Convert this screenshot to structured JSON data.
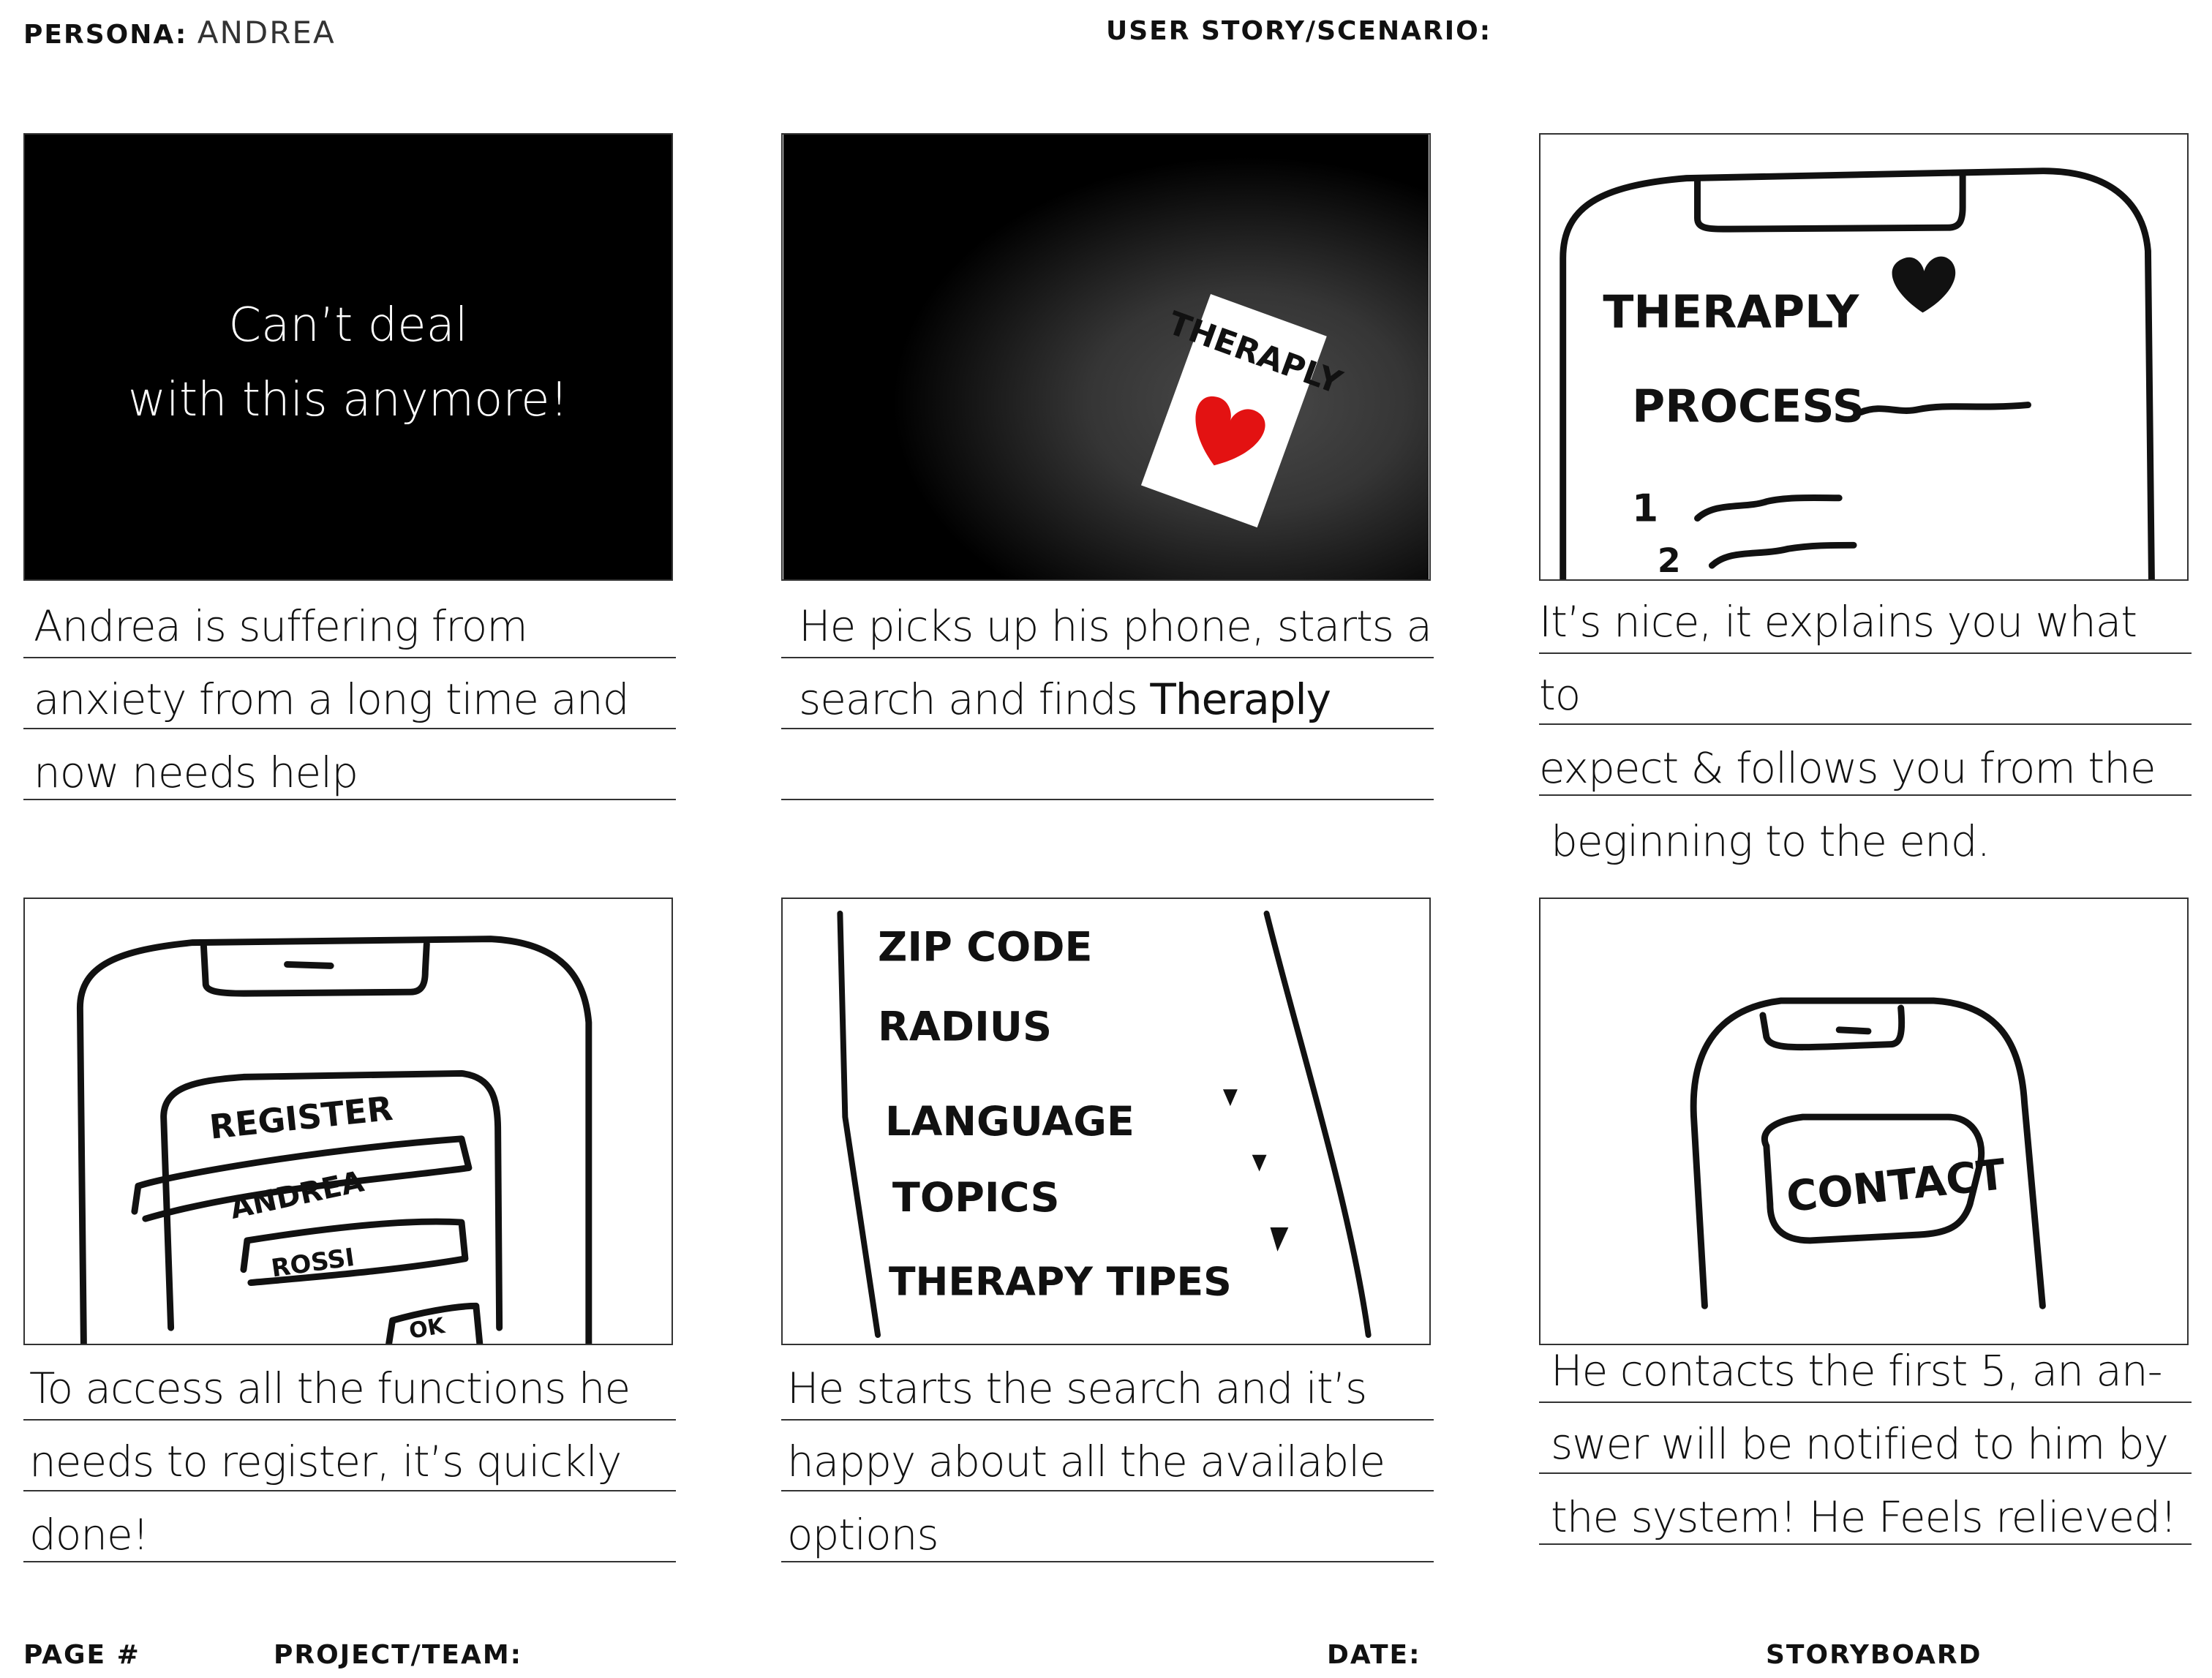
{
  "header": {
    "persona_label": "PERSONA:",
    "persona_value": "ANDREA",
    "scenario_label": "USER STORY/SCENARIO:"
  },
  "footer": {
    "page_label": "PAGE #",
    "project_label": "PROJECT/TEAM:",
    "date_label": "DATE:",
    "storyboard_label": "STORYBOARD"
  },
  "panels": [
    {
      "scene_lines": [
        "Can’t deal",
        "with this anymore!"
      ],
      "caption_lines": [
        "Andrea is suffering from",
        "anxiety from a long time and",
        "now needs help"
      ]
    },
    {
      "card_text": "THERAPLY",
      "caption_lines": [
        "He picks up his phone, starts a",
        "search and finds",
        "Theraply"
      ]
    },
    {
      "sketch_labels": [
        "THERAPLY",
        "PROCESS",
        "1",
        "2"
      ],
      "caption_lines": [
        "It’s nice, it explains you what to",
        "expect & follows you from the",
        "beginning to the end."
      ]
    },
    {
      "sketch_labels": [
        "REGISTER",
        "ANDREA",
        "ROSSI",
        "OK"
      ],
      "caption_lines": [
        "To access all the functions he",
        "needs to register, it’s quickly",
        "done!"
      ]
    },
    {
      "sketch_labels": [
        "ZIP CODE",
        "RADIUS",
        "LANGUAGE",
        "TOPICS",
        "THERAPY TIPES"
      ],
      "caption_lines": [
        "He starts the search and it’s",
        "happy about all the available",
        "options"
      ]
    },
    {
      "sketch_labels": [
        "CONTACT"
      ],
      "caption_lines": [
        "He contacts the first 5, an an-",
        "swer will be notified to him by",
        "the system! He Feels relieved!"
      ]
    }
  ]
}
